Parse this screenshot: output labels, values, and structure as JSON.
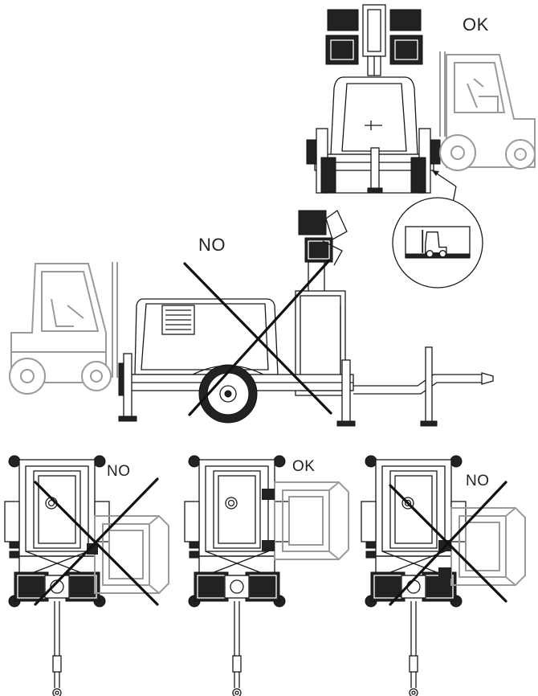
{
  "labels": {
    "top_ok": "OK",
    "side_no": "NO",
    "bottom_left_no": "NO",
    "bottom_mid_ok": "OK",
    "bottom_right_no": "NO"
  },
  "colors": {
    "line": "#1a1a1a",
    "forklift": "#9a9a9a",
    "cross": "#111111",
    "fill": "#ffffff",
    "dark": "#222222"
  },
  "icons": {
    "badge": "forklift-pocket-icon"
  }
}
